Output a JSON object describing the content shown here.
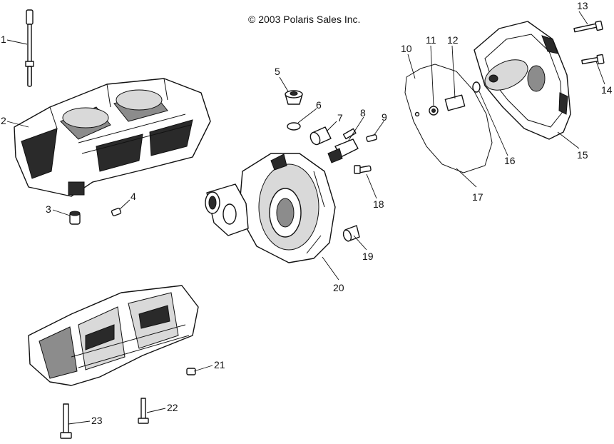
{
  "copyright": "© 2003 Polaris Sales Inc.",
  "callouts": [
    {
      "id": "1",
      "label": "1"
    },
    {
      "id": "2",
      "label": "2"
    },
    {
      "id": "3",
      "label": "3"
    },
    {
      "id": "4",
      "label": "4"
    },
    {
      "id": "5",
      "label": "5"
    },
    {
      "id": "6",
      "label": "6"
    },
    {
      "id": "7",
      "label": "7"
    },
    {
      "id": "8",
      "label": "8"
    },
    {
      "id": "9",
      "label": "9"
    },
    {
      "id": "10",
      "label": "10"
    },
    {
      "id": "11",
      "label": "11"
    },
    {
      "id": "12",
      "label": "12"
    },
    {
      "id": "13",
      "label": "13"
    },
    {
      "id": "14",
      "label": "14"
    },
    {
      "id": "15",
      "label": "15"
    },
    {
      "id": "16",
      "label": "16"
    },
    {
      "id": "17",
      "label": "17"
    },
    {
      "id": "18",
      "label": "18"
    },
    {
      "id": "19",
      "label": "19"
    },
    {
      "id": "20",
      "label": "20"
    },
    {
      "id": "21",
      "label": "21"
    },
    {
      "id": "22",
      "label": "22"
    },
    {
      "id": "23",
      "label": "23"
    }
  ]
}
